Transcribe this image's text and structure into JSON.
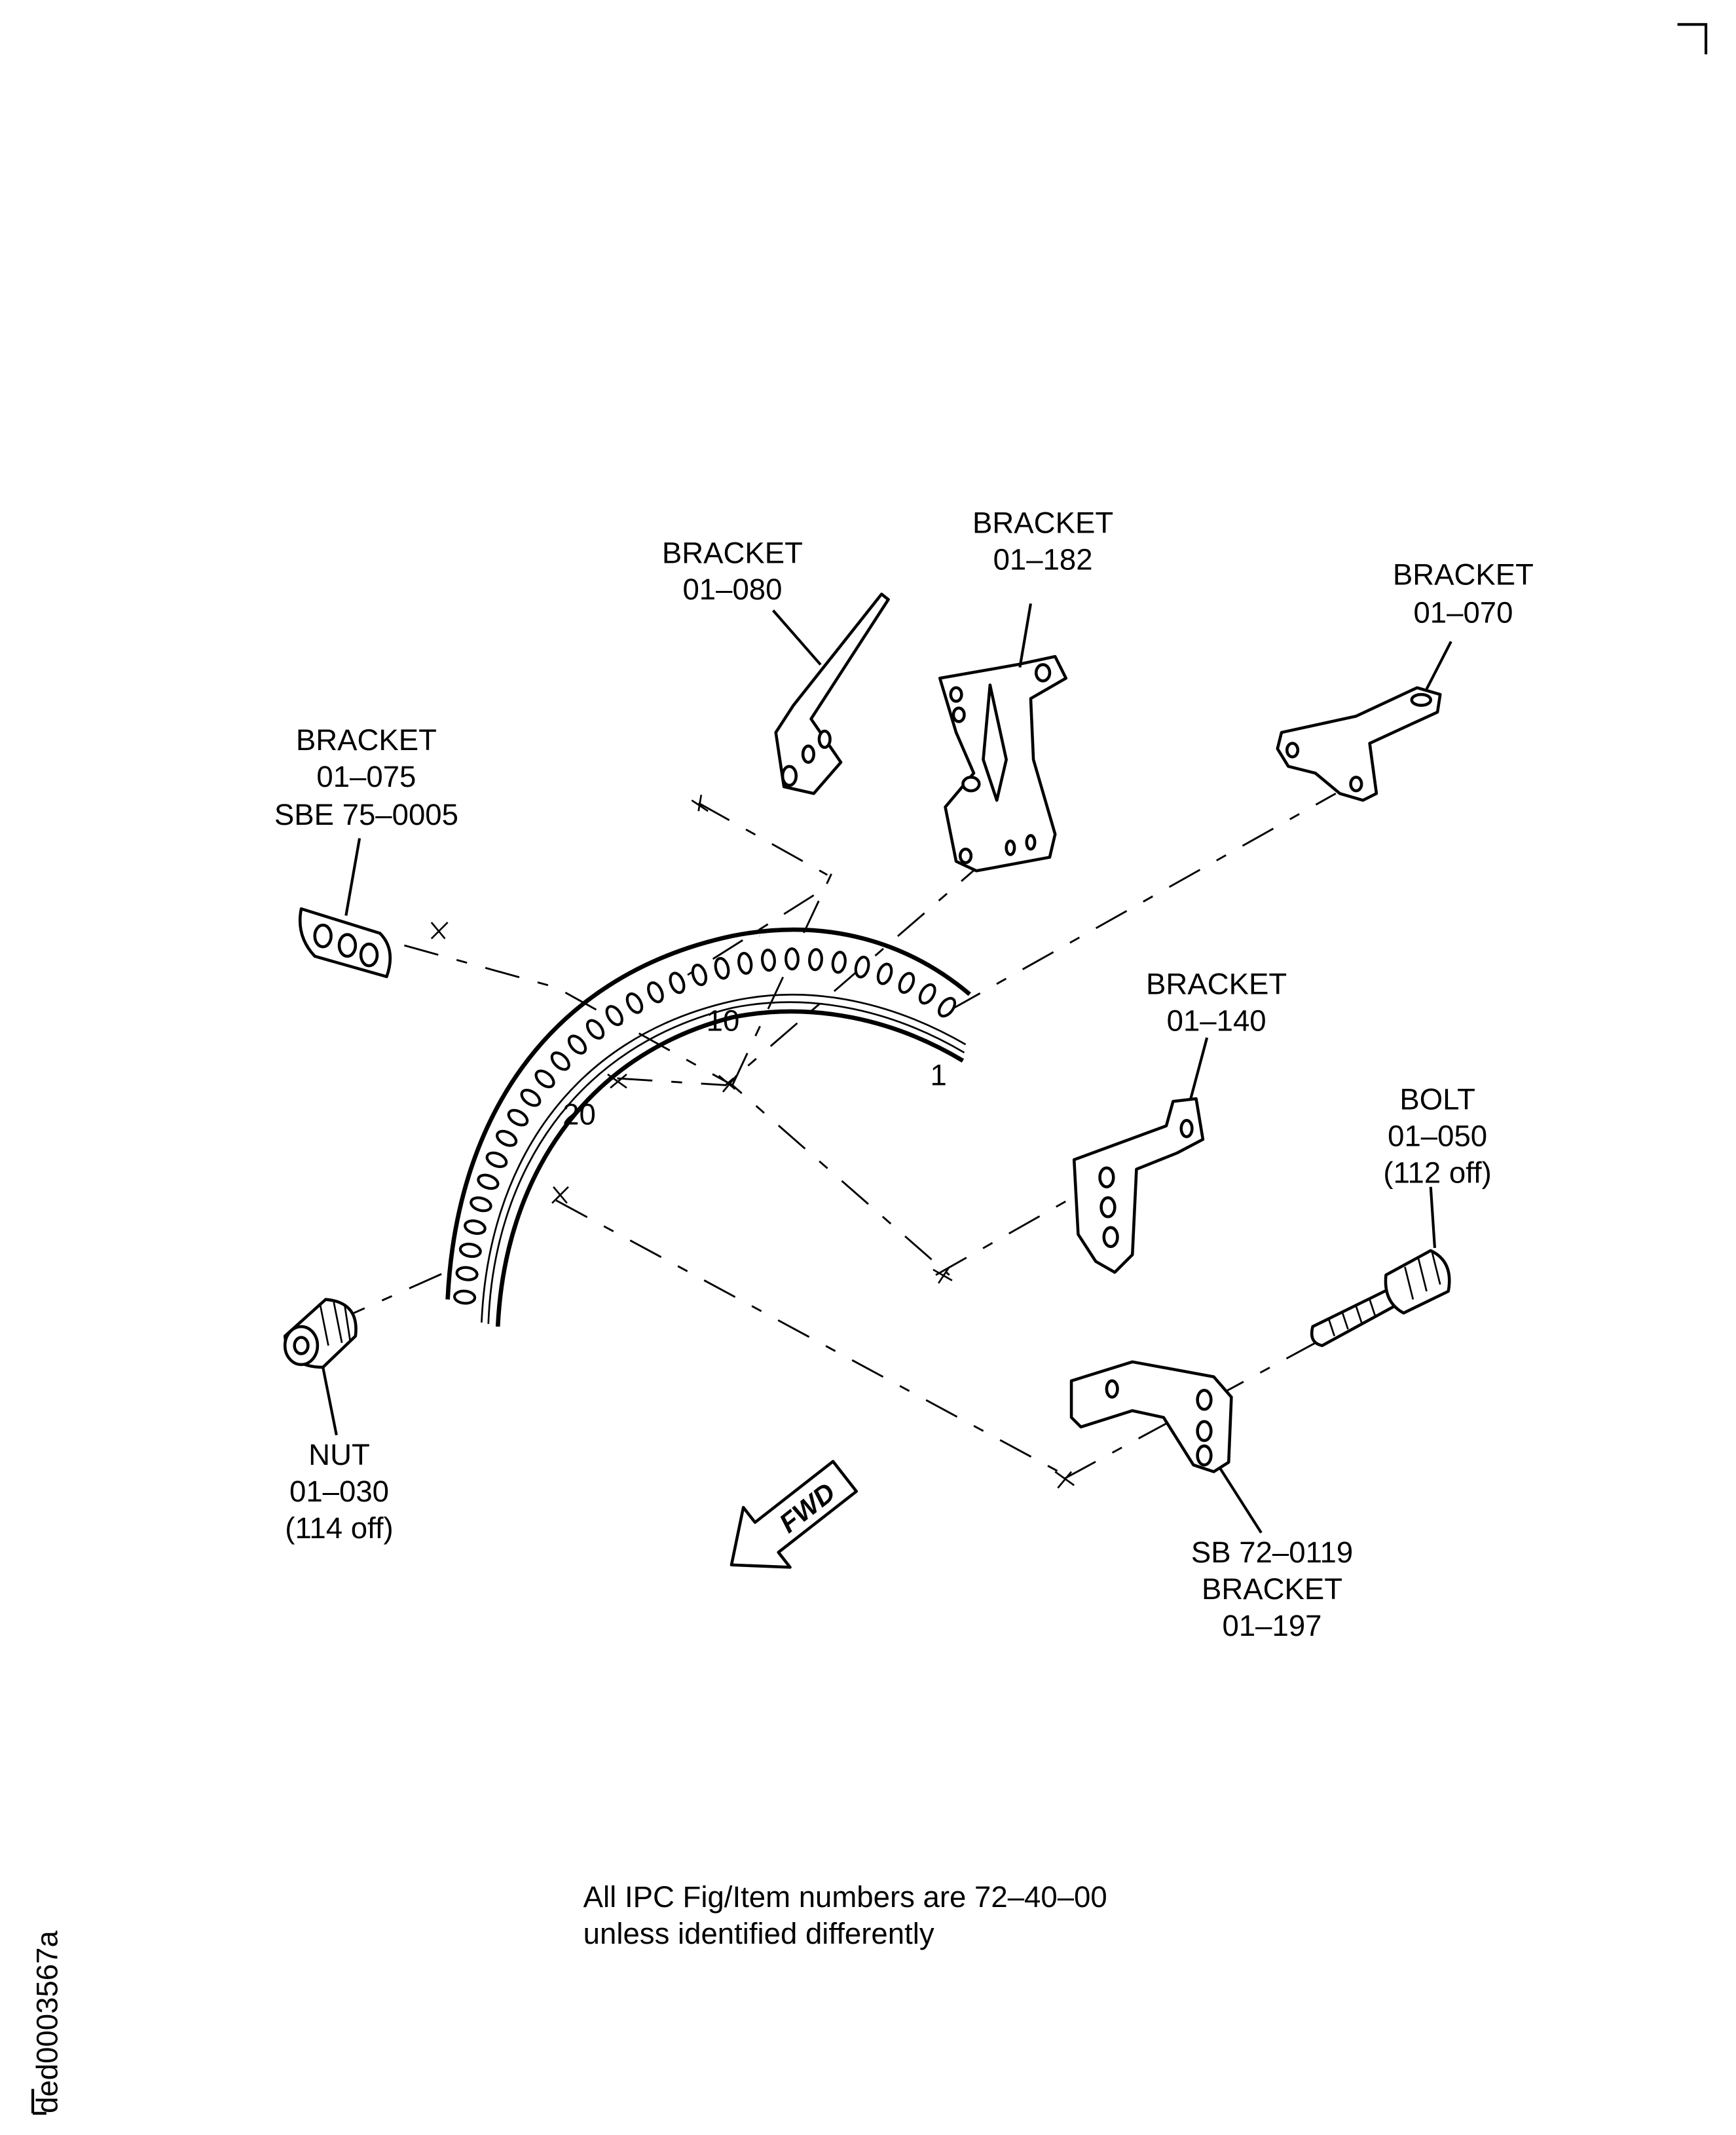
{
  "labels": {
    "bracket_080": {
      "name": "BRACKET",
      "item": "01–080"
    },
    "bracket_182": {
      "name": "BRACKET",
      "item": "01–182"
    },
    "bracket_070": {
      "name": "BRACKET",
      "item": "01–070"
    },
    "bracket_075": {
      "name": "BRACKET",
      "item": "01–075",
      "ref": "SBE 75–0005"
    },
    "bracket_140": {
      "name": "BRACKET",
      "item": "01–140"
    },
    "bolt_050": {
      "name": "BOLT",
      "item": "01–050",
      "qty": "(112 off)"
    },
    "nut_030": {
      "name": "NUT",
      "item": "01–030",
      "qty": "(114 off)"
    },
    "bracket_197": {
      "ref": "SB 72–0119",
      "name": "BRACKET",
      "item": "01–197"
    }
  },
  "ring_positions": {
    "p1": "1",
    "p10": "10",
    "p20": "20"
  },
  "ring_hole_count": 30,
  "fwd_arrow": "FWD",
  "footer": {
    "line1": "All IPC Fig/Item numbers are 72–40–00",
    "line2": "unless identified differently"
  },
  "drawing_id": "ded0003567a"
}
